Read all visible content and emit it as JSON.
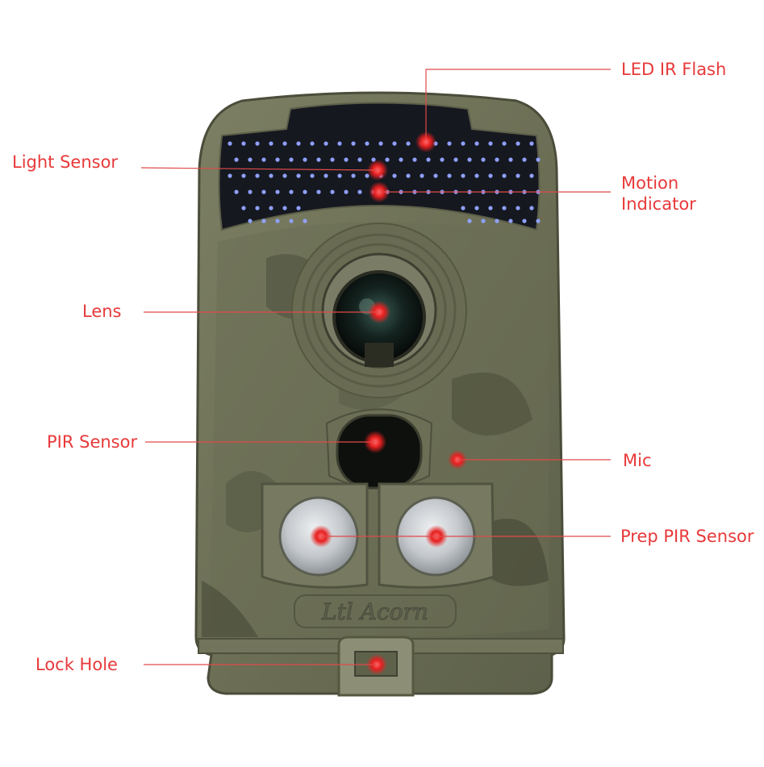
{
  "labels": {
    "led_ir_flash": "LED IR Flash",
    "light_sensor": "Light Sensor",
    "motion_indicator": "Motion\nIndicator",
    "lens": "Lens",
    "pir_sensor": "PIR Sensor",
    "mic": "Mic",
    "prep_pir_sensor": "Prep PIR Sensor",
    "lock_hole": "Lock Hole"
  },
  "brand": "Ltl Acorn",
  "colors": {
    "callout": "#e8393a",
    "leader_line": "#e04a4a",
    "body": "#6f7257",
    "body_dark": "#4d503c",
    "ir_panel": "#15181f",
    "ir_led": "#8fa0ff"
  }
}
